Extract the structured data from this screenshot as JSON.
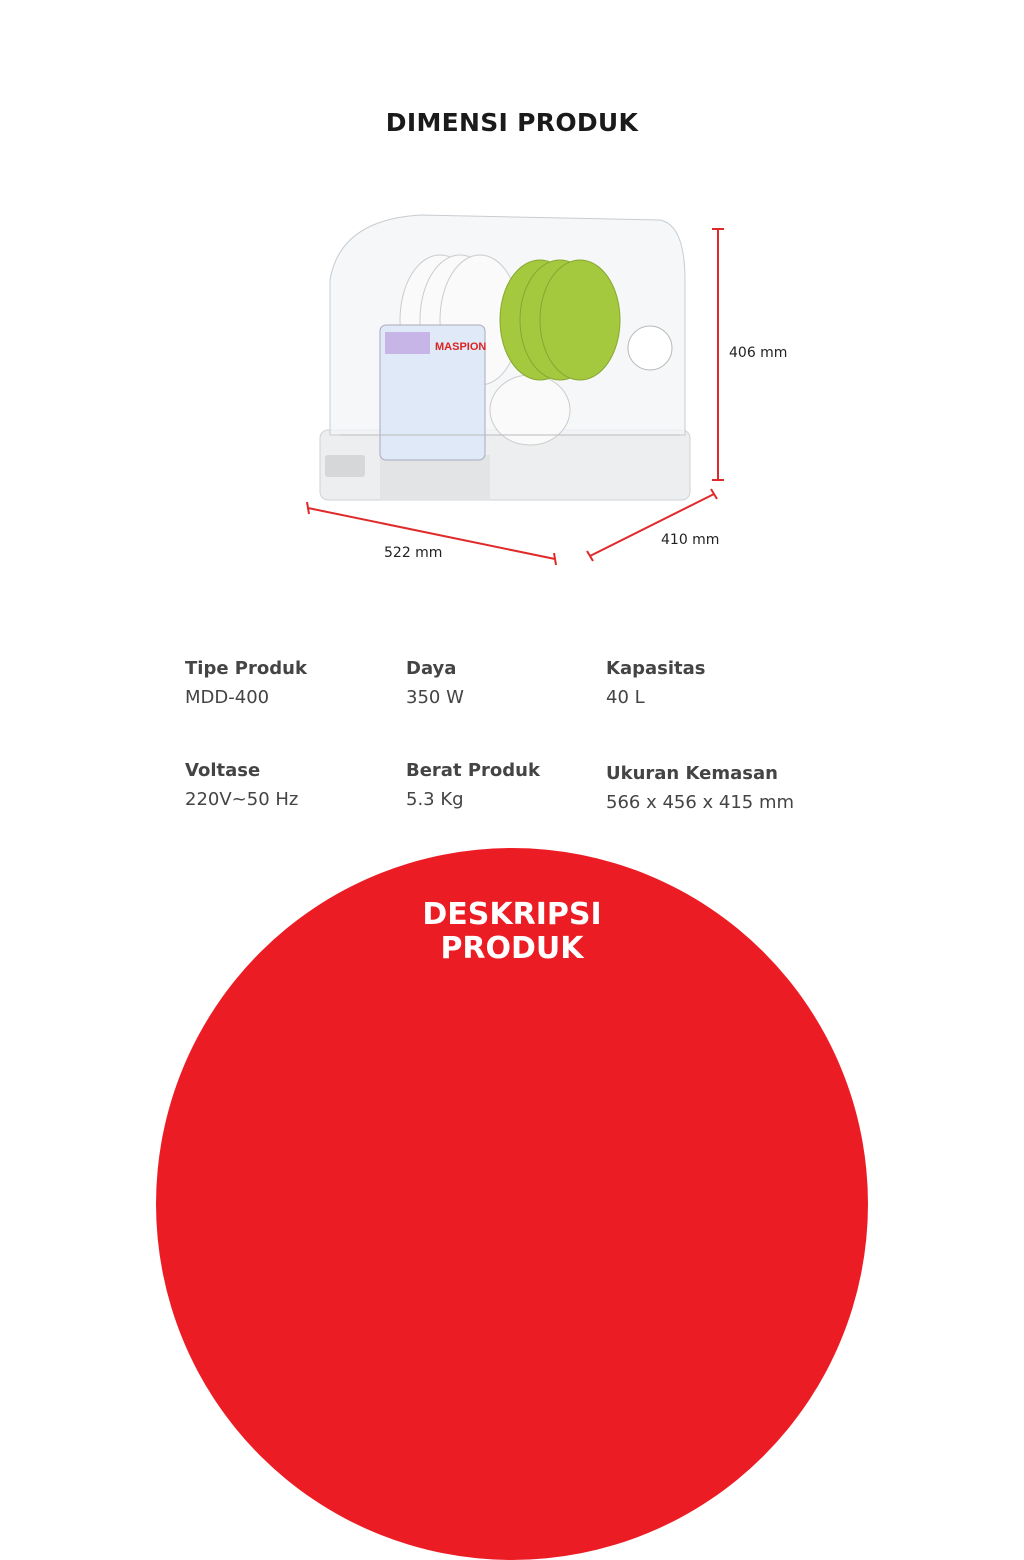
{
  "title": "DIMENSI PRODUK",
  "product": {
    "brand": "MASPION",
    "image": "dish-dryer-cabinet"
  },
  "dimensions": {
    "height": "406 mm",
    "width": "522 mm",
    "depth": "410 mm"
  },
  "specs": [
    {
      "label": "Tipe Produk",
      "value": "MDD-400"
    },
    {
      "label": "Daya",
      "value": "350 W"
    },
    {
      "label": "Kapasitas",
      "value": "40 L"
    },
    {
      "label": "Voltase",
      "value": "220V~50 Hz"
    },
    {
      "label": "Berat Produk",
      "value": "5.3 Kg"
    },
    {
      "label": "Ukuran Kemasan",
      "value": "566 x 456 x 415 mm"
    }
  ],
  "section": {
    "line1": "DESKRIPSI",
    "line2": "PRODUK"
  },
  "colors": {
    "accent": "#ec1c24",
    "text": "#444444"
  }
}
